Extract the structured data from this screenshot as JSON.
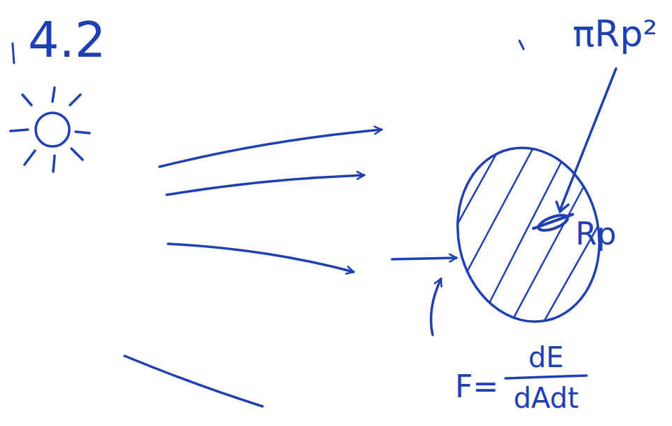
{
  "diagram": {
    "labels": [
      "4.2",
      "πRp²",
      "Rp",
      "F=",
      "dE",
      "dAdt"
    ]
  }
}
